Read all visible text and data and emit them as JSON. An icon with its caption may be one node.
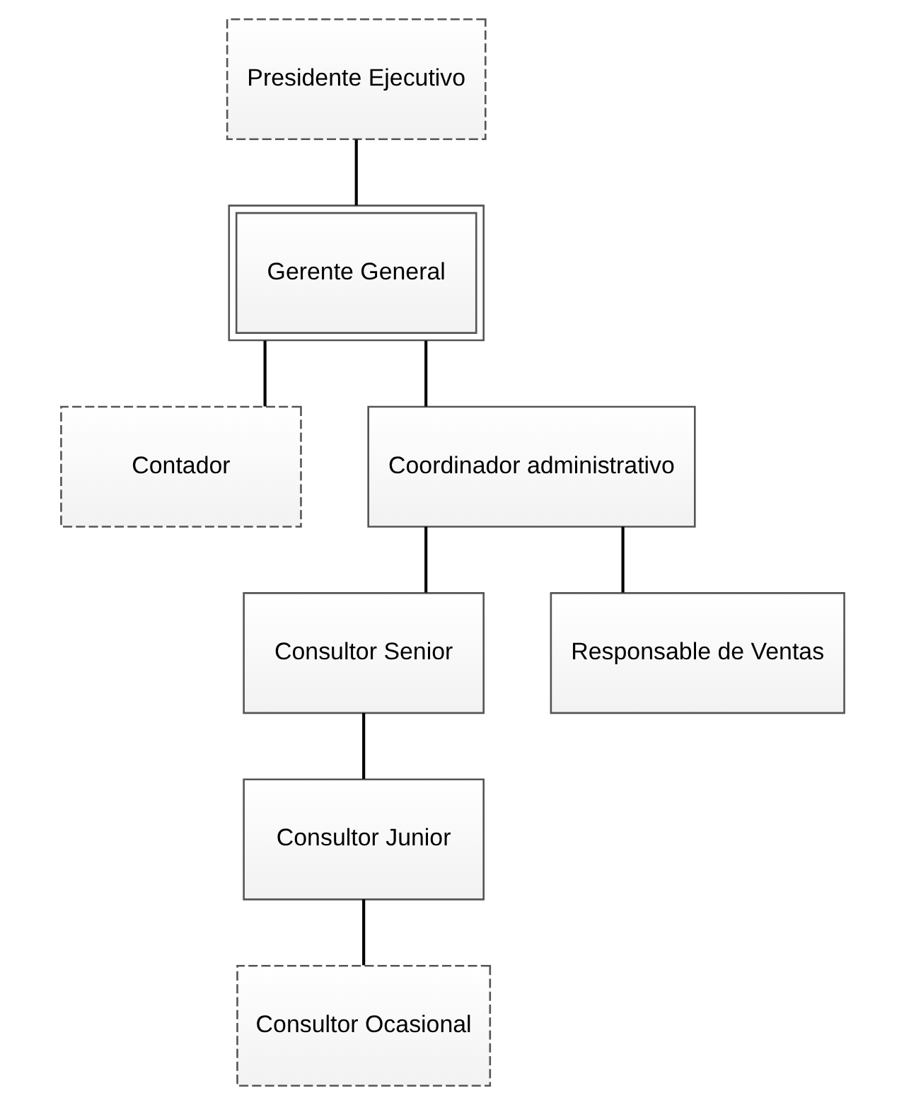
{
  "diagram": {
    "nodes": [
      {
        "text": [
          "Presidente Ejecutivo"
        ]
      },
      {
        "text": [
          "Gerente General"
        ]
      },
      {
        "text": [
          "Contador"
        ]
      },
      {
        "text": [
          "Coordinador administrativo"
        ]
      },
      {
        "text": [
          "Consultor Senior"
        ]
      },
      {
        "text": [
          "Responsable de Ventas"
        ]
      },
      {
        "text": [
          "Consultor Junior"
        ]
      },
      {
        "text": [
          "Consultor Ocasional"
        ]
      }
    ],
    "edges": [
      {
        "from": 0,
        "to": 1,
        "arrow": "none"
      },
      {
        "from": 1,
        "to": 2,
        "arrow": "none"
      },
      {
        "from": 1,
        "to": 3,
        "arrow": "none"
      },
      {
        "from": 3,
        "to": 4,
        "arrow": "none"
      },
      {
        "from": 3,
        "to": 5,
        "arrow": "none"
      },
      {
        "from": 4,
        "to": 6,
        "arrow": "none"
      },
      {
        "from": 6,
        "to": 7,
        "arrow": "none"
      }
    ]
  }
}
